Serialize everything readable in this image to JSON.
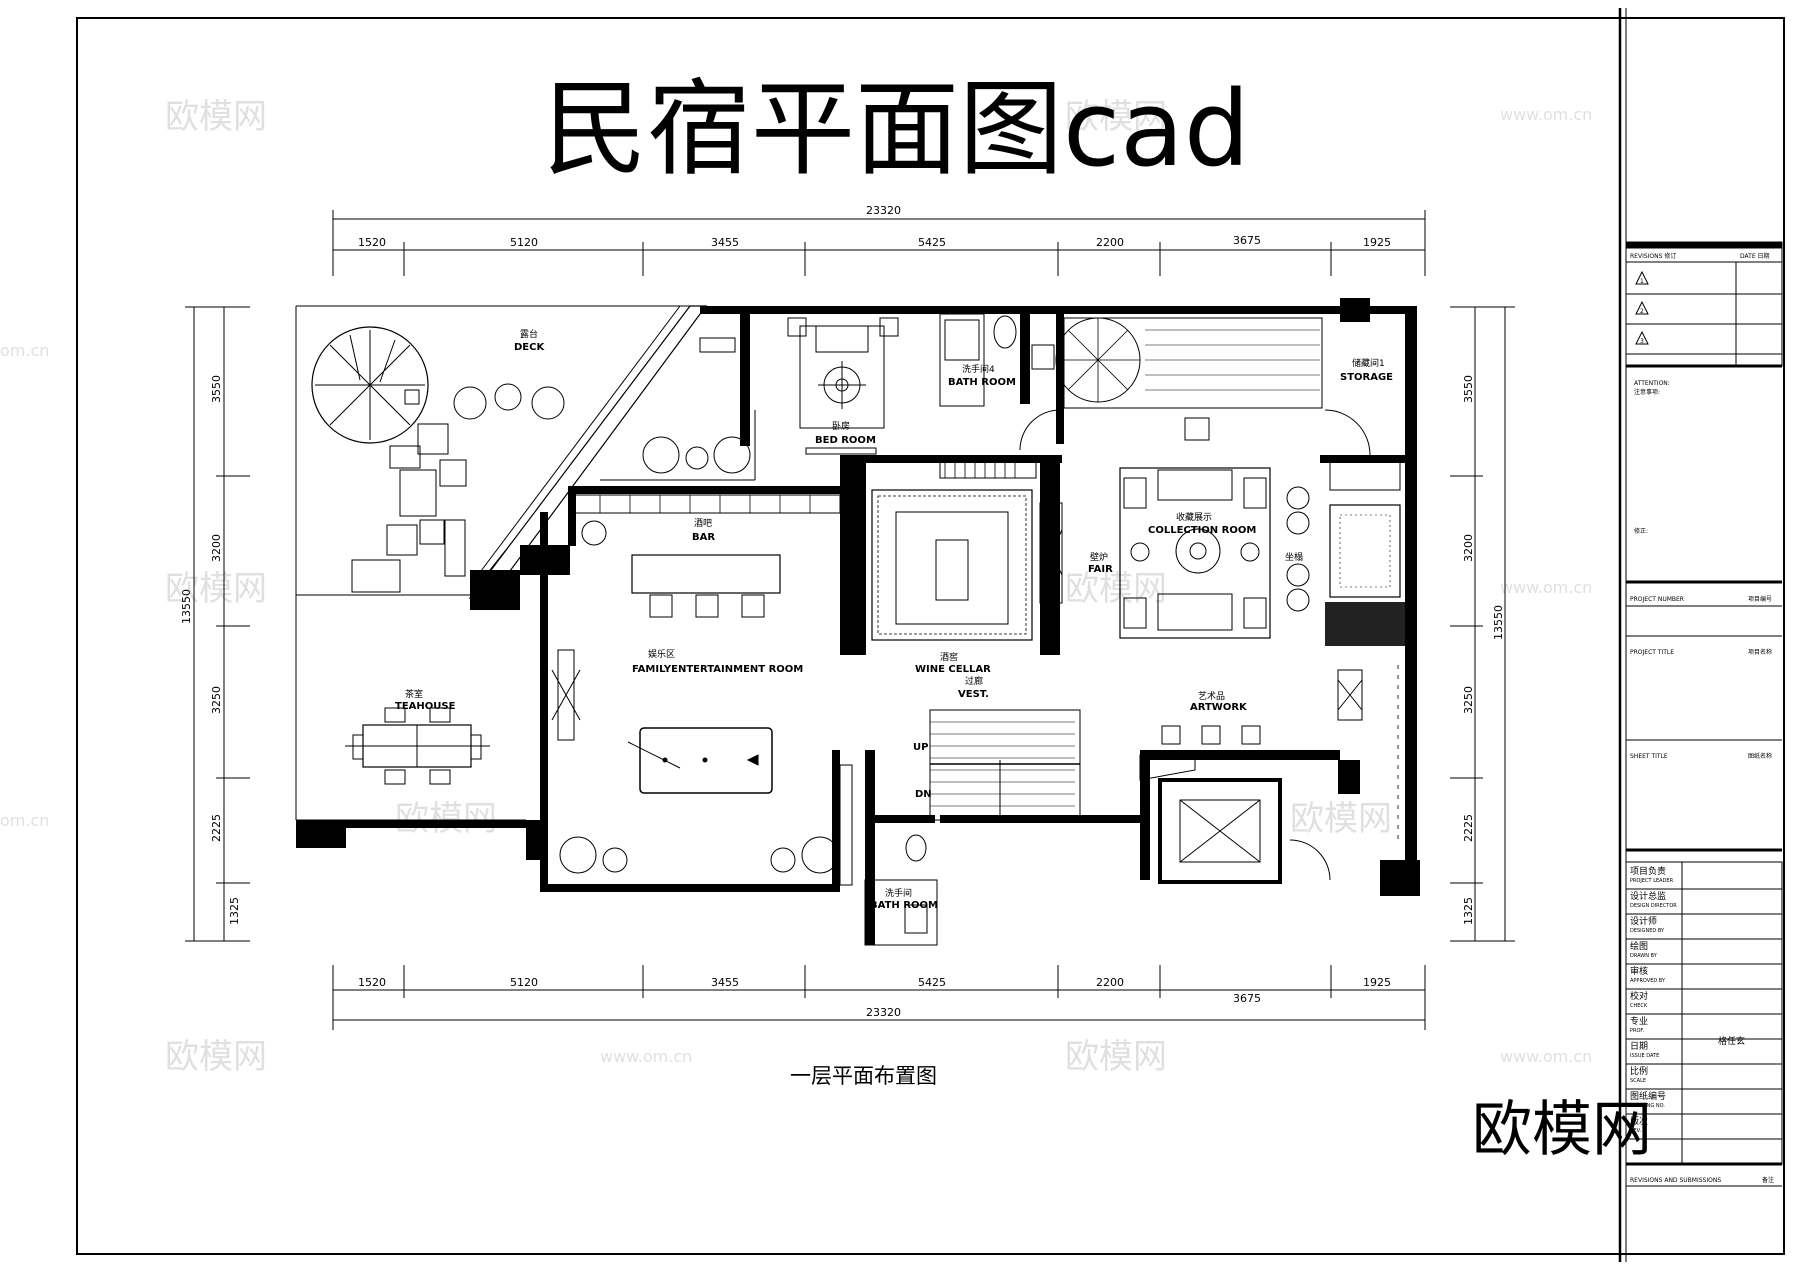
{
  "title": "民宿平面图cad",
  "subtitle": "一层平面布置图",
  "brand": "欧模网",
  "watermark": {
    "text": "欧模网",
    "url": "www.om.cn",
    "url_fragment": "om.cn"
  },
  "dimensions": {
    "total": "23320",
    "top": [
      "1520",
      "5120",
      "3455",
      "5425",
      "2200",
      "3675",
      "1925"
    ],
    "bottom": [
      "1520",
      "5120",
      "3455",
      "5425",
      "2200",
      "3675",
      "1925"
    ],
    "left_total": "13550",
    "left": [
      "3550",
      "3200",
      "3250",
      "2225",
      "1325"
    ],
    "right_total": "13550",
    "right": [
      "3550",
      "3200",
      "3250",
      "2225",
      "1325"
    ]
  },
  "rooms": {
    "deck": {
      "cn": "露台",
      "en": "DECK"
    },
    "teahouse": {
      "cn": "茶室",
      "en": "TEAHOUSE"
    },
    "bar": {
      "cn": "酒吧",
      "en": "BAR"
    },
    "family": {
      "cn": "娱乐区",
      "en": "FAMILYENTERTAINMENT  ROOM"
    },
    "bedroom": {
      "cn": "卧房",
      "en": "BED ROOM"
    },
    "bath4": {
      "cn": "洗手间4",
      "en": "BATH ROOM"
    },
    "storage": {
      "cn": "储藏间1",
      "en": "STORAGE"
    },
    "collection": {
      "cn": "收藏展示",
      "en": "COLLECTION  ROOM"
    },
    "fireplace": {
      "cn": "壁炉",
      "en": "FAIR"
    },
    "wine": {
      "cn": "酒窖",
      "en": "WINE  CELLAR"
    },
    "vest": {
      "cn": "过廊",
      "en": "VEST."
    },
    "artwork": {
      "cn": "艺术品",
      "en": "ARTWORK"
    },
    "bath_small": {
      "cn": "洗手间",
      "en": "BATH ROOM"
    },
    "seat": {
      "cn": "坐榻"
    },
    "up": "UP",
    "dn": "DN"
  },
  "title_block": {
    "revisions": "REVISIONS 修订",
    "date": "DATE 日期",
    "rev_marks": [
      "1",
      "2",
      "3"
    ],
    "attention_en": "ATTENTION:",
    "attention_cn": "注意事项:",
    "amend": "修正:",
    "project_number_en": "PROJECT NUMBER",
    "project_number_cn": "项目编号",
    "project_title_en": "PROJECT TITLE",
    "project_title_cn": "项目名称",
    "sheet_title_en": "SHEET TITLE",
    "sheet_title_cn": "图纸名称",
    "rows": [
      {
        "cn": "项目负责",
        "en": "PROJECT LEADER"
      },
      {
        "cn": "设计总监",
        "en": "DESIGN DIRECTOR"
      },
      {
        "cn": "设计师",
        "en": "DESIGNED BY"
      },
      {
        "cn": "绘图",
        "en": "DRAWN BY"
      },
      {
        "cn": "审核",
        "en": "APPROVED BY"
      },
      {
        "cn": "校对",
        "en": "CHECK"
      },
      {
        "cn": "专业",
        "en": "PROF."
      },
      {
        "cn": "日期",
        "en": "ISSUE DATE"
      },
      {
        "cn": "比例",
        "en": "SCALE"
      },
      {
        "cn": "图纸编号",
        "en": "DRAWING NO."
      },
      {
        "cn": "版次",
        "en": "REV."
      }
    ],
    "prof_value": "格任玄",
    "submissions_en": "REVISIONS AND SUBMISSIONS",
    "submissions_cn": "备注"
  }
}
